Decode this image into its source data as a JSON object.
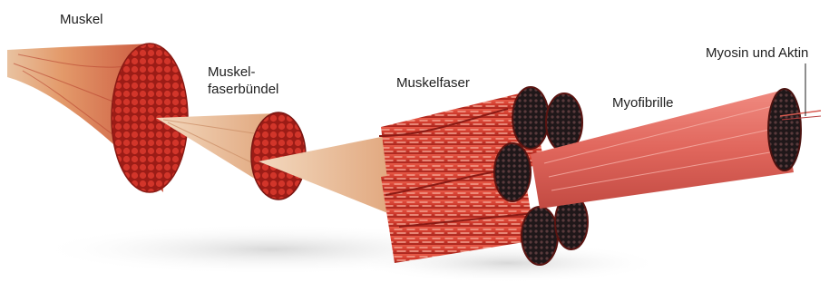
{
  "labels": {
    "muskel": "Muskel",
    "muskelfaserbuendel_line1": "Muskel-",
    "muskelfaserbuendel_line2": "faserbündel",
    "muskelfaser": "Muskelfaser",
    "myofibrille": "Myofibrille",
    "myosin_aktin": "Myosin und Aktin"
  },
  "colors": {
    "background": "#ffffff",
    "muscle_red": "#c8352c",
    "muscle_dark": "#7a1612",
    "tendon": "#e8b98f",
    "fibril_pink": "#e0665c",
    "cross_section_dark": "#2a1f22",
    "text": "#1e1e1e"
  }
}
